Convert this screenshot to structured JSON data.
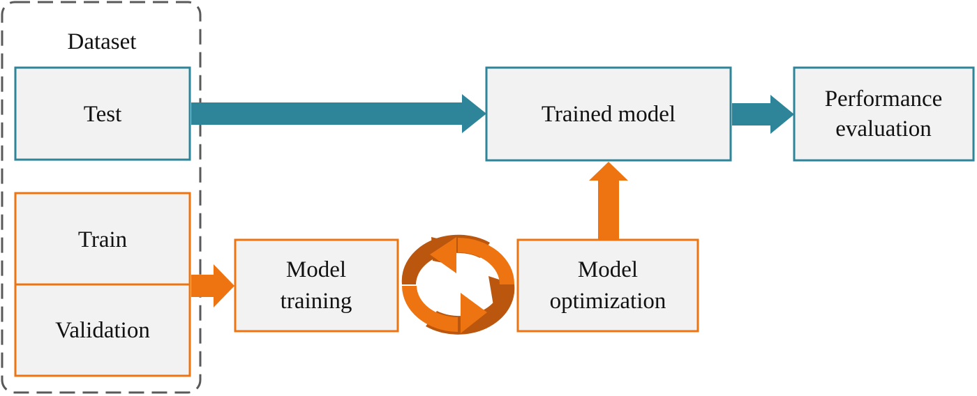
{
  "dataset": {
    "title": "Dataset",
    "test": "Test",
    "train": "Train",
    "validation": "Validation"
  },
  "nodes": {
    "model_training": [
      "Model",
      "training"
    ],
    "model_optimization": [
      "Model",
      "optimization"
    ],
    "trained_model": "Trained model",
    "performance_evaluation": [
      "Performance",
      "evaluation"
    ]
  },
  "colors": {
    "teal": "#2e8499",
    "orange": "#ee7411",
    "orange_dark": "#bb560f",
    "box_fill": "#f2f2f2",
    "dashed_border": "#595959"
  }
}
